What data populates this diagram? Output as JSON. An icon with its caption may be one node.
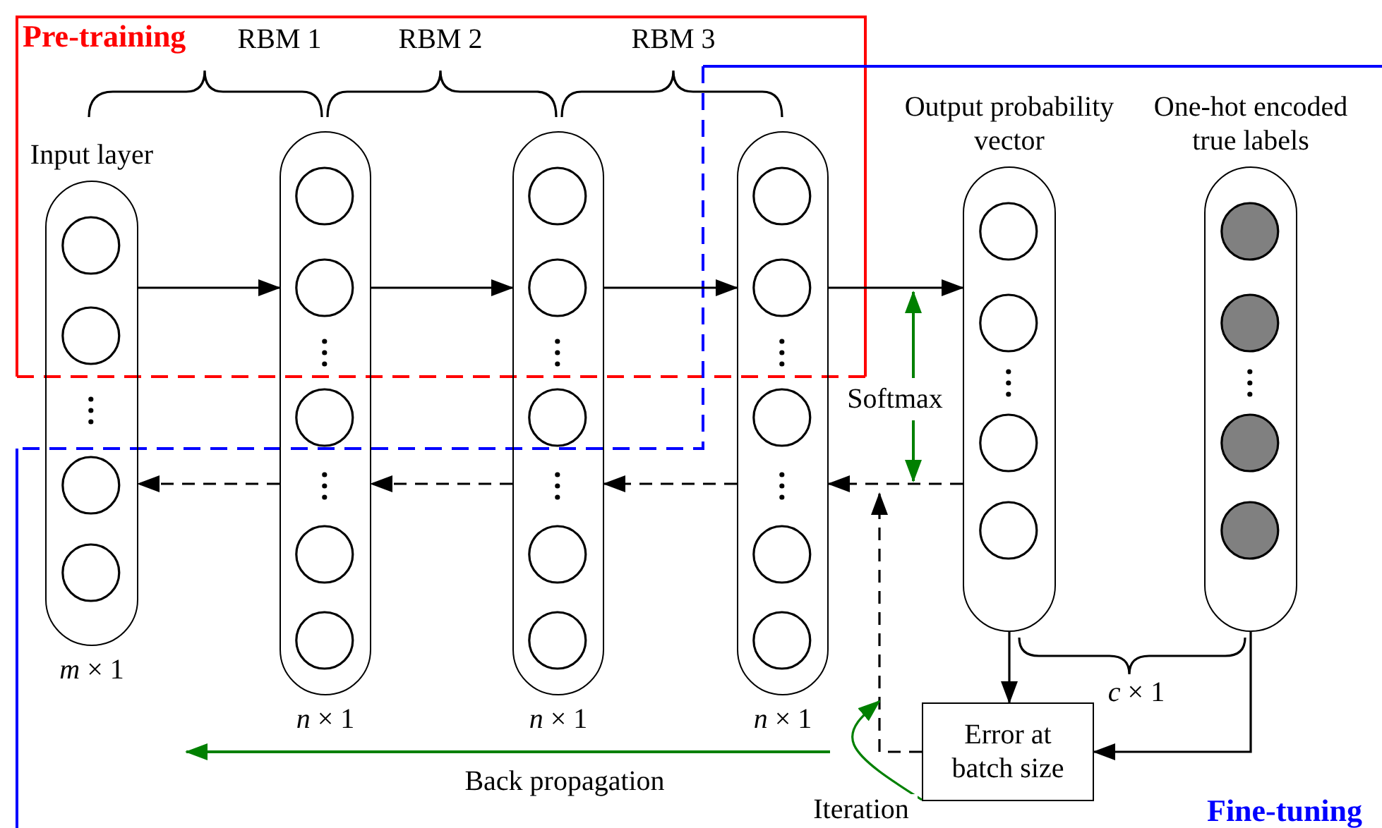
{
  "diagram": {
    "nodes": [
      {
        "text": [
          "Input layer"
        ],
        "beside": [
          "*m* × 1"
        ]
      },
      {
        "text": [],
        "shape": "box",
        "beside": [
          "*n* × 1"
        ]
      },
      {
        "text": [],
        "shape": "box",
        "beside": [
          "*n* × 1"
        ]
      },
      {
        "text": [],
        "shape": "box",
        "beside": [
          "*n* × 1"
        ]
      },
      {
        "text": [
          "Output probability vector"
        ]
      },
      {
        "text": [
          "One-hot encoded true labels"
        ]
      },
      {
        "text": [
          "Error at batch size"
        ]
      }
    ],
    "edges": [
      {
        "from": 0,
        "to": 1,
        "arrow": "to"
      },
      {
        "from": 1,
        "to": 2,
        "arrow": "to"
      },
      {
        "from": 2,
        "to": 3,
        "arrow": "to"
      },
      {
        "from": 3,
        "to": 4,
        "arrow": "to"
      },
      {
        "from": 4,
        "to": 3,
        "arrow": "to",
        "style": "dashed"
      },
      {
        "from": 3,
        "to": 2,
        "arrow": "to",
        "style": "dashed"
      },
      {
        "from": 2,
        "to": 1,
        "arrow": "to",
        "style": "dashed"
      },
      {
        "from": 1,
        "to": 0,
        "arrow": "to",
        "style": "dashed"
      },
      {
        "from": 4,
        "to": 6,
        "arrow": "to"
      },
      {
        "from": 5,
        "to": 6,
        "arrow": "to"
      },
      {
        "from": 6,
        "to": null,
        "arrow": "to",
        "style": "dashed"
      },
      {
        "from": 6,
        "to": null,
        "arrow": "to",
        "color": "#008000",
        "label": "Iteration"
      }
    ],
    "labels": [
      "Pre-training",
      "RBM 1",
      "RBM 2",
      "RBM 3",
      "Softmax",
      "*c* × 1",
      "Back propagation",
      "Fine-tuning"
    ]
  }
}
